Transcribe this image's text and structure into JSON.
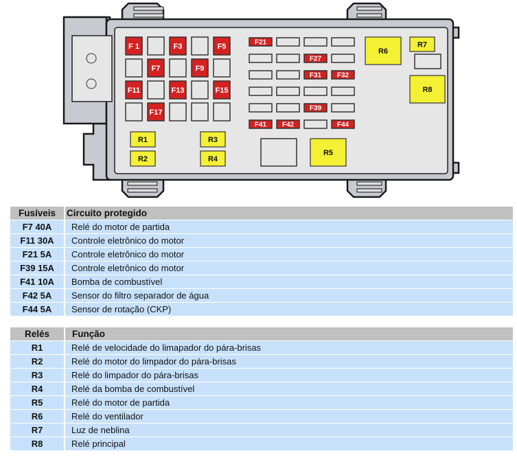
{
  "diagram": {
    "fuses_left": [
      {
        "label": "F 1",
        "active": true
      },
      {
        "label": "",
        "active": false
      },
      {
        "label": "F3",
        "active": true
      },
      {
        "label": "",
        "active": false
      },
      {
        "label": "F5",
        "active": true
      },
      {
        "label": "",
        "active": false
      },
      {
        "label": "F7",
        "active": true
      },
      {
        "label": "",
        "active": false
      },
      {
        "label": "F9",
        "active": true
      },
      {
        "label": "",
        "active": false
      },
      {
        "label": "F11",
        "active": true
      },
      {
        "label": "",
        "active": false
      },
      {
        "label": "F13",
        "active": true
      },
      {
        "label": "",
        "active": false
      },
      {
        "label": "F15",
        "active": true
      },
      {
        "label": "",
        "active": false
      },
      {
        "label": "F17",
        "active": true
      },
      {
        "label": "",
        "active": false
      },
      {
        "label": "",
        "active": false
      },
      {
        "label": "",
        "active": false
      }
    ],
    "fuses_right": [
      {
        "label": "F21",
        "active": true
      },
      {
        "label": "",
        "active": false
      },
      {
        "label": "",
        "active": false
      },
      {
        "label": "",
        "active": false
      },
      {
        "label": "",
        "active": false
      },
      {
        "label": "",
        "active": false
      },
      {
        "label": "F27",
        "active": true
      },
      {
        "label": "",
        "active": false
      },
      {
        "label": "",
        "active": false
      },
      {
        "label": "",
        "active": false
      },
      {
        "label": "F31",
        "active": true
      },
      {
        "label": "F32",
        "active": true
      },
      {
        "label": "",
        "active": false
      },
      {
        "label": "",
        "active": false
      },
      {
        "label": "",
        "active": false
      },
      {
        "label": "",
        "active": false
      },
      {
        "label": "",
        "active": false
      },
      {
        "label": "",
        "active": false
      },
      {
        "label": "F39",
        "active": true
      },
      {
        "label": "",
        "active": false
      },
      {
        "label": "F41",
        "active": true
      },
      {
        "label": "F42",
        "active": true
      },
      {
        "label": "",
        "active": false
      },
      {
        "label": "F44",
        "active": true
      }
    ],
    "relays": [
      "R1",
      "R2",
      "R3",
      "R4",
      "R5",
      "R6",
      "R7",
      "R8"
    ],
    "colors": {
      "fuse": "#d42222",
      "relay": "#f4f034",
      "housing": "#c9c9d1",
      "panel": "#e6e6e6"
    }
  },
  "fuses_table": {
    "headers": [
      "Fusíveis",
      "Circuito protegido"
    ],
    "rows": [
      [
        "F7 40A",
        "Relé do motor de partida"
      ],
      [
        "F11 30A",
        "Controle eletrônico do motor"
      ],
      [
        "F21 5A",
        "Controle eletrônico do motor"
      ],
      [
        "F39 15A",
        "Controle eletrônico do motor"
      ],
      [
        "F41 10A",
        "Bomba de combustível"
      ],
      [
        "F42 5A",
        "Sensor do filtro separador de água"
      ],
      [
        "F44 5A",
        "Sensor de rotação (CKP)"
      ]
    ]
  },
  "relays_table": {
    "headers": [
      "Relés",
      "Função"
    ],
    "rows": [
      [
        "R1",
        "Relé de velocidade do limapador do pára-brisas"
      ],
      [
        "R2",
        "Relé do motor do limpador do pára-brisas"
      ],
      [
        "R3",
        "Relé do limpador do pára-brisas"
      ],
      [
        "R4",
        "Relé da bomba de combustível"
      ],
      [
        "R5",
        "Relé do motor de partida"
      ],
      [
        "R6",
        "Relé do ventilador"
      ],
      [
        "R7",
        "Luz de neblina"
      ],
      [
        "R8",
        "Relé principal"
      ]
    ]
  }
}
